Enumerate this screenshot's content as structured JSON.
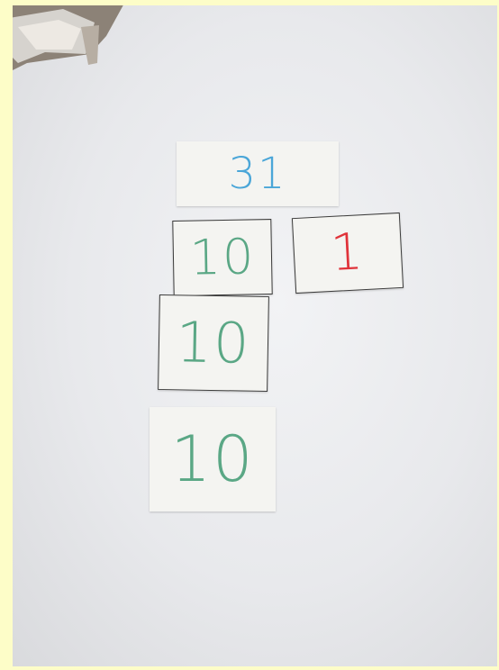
{
  "photo": {
    "cards": [
      {
        "text": "31",
        "color": "#4aa6d8"
      },
      {
        "text": "10",
        "color": "#5aa785"
      },
      {
        "text": "1",
        "color": "#e0333a"
      },
      {
        "text": "10",
        "color": "#5aa785"
      },
      {
        "text": "10",
        "color": "#5aa785"
      }
    ]
  }
}
